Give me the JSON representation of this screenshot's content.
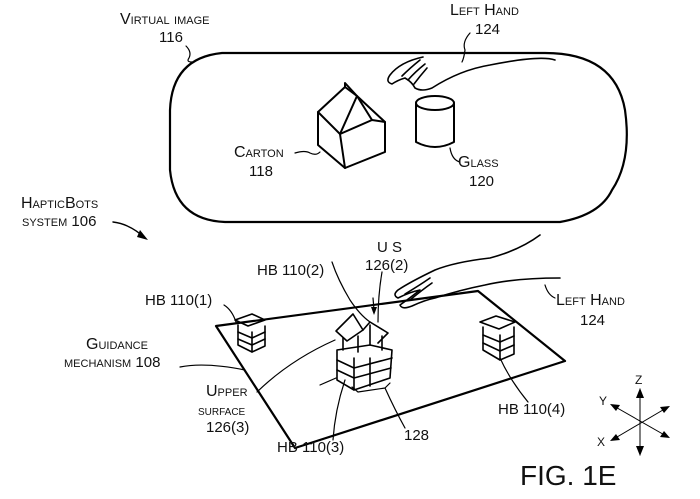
{
  "figure_label": "FIG. 1E",
  "labels": {
    "virtual_image": {
      "name": "Virtual image",
      "ref": "116"
    },
    "left_hand_top": {
      "name": "Left Hand",
      "ref": "124"
    },
    "carton": {
      "name": "Carton",
      "ref": "118"
    },
    "glass": {
      "name": "Glass",
      "ref": "120"
    },
    "hapticbots_system": {
      "name": "HapticBots",
      "name2": "system 106"
    },
    "hb1": "HB 110(1)",
    "hb2": "HB 110(2)",
    "hb3": "HB 110(3)",
    "hb4": "HB 110(4)",
    "us": {
      "name": "U S",
      "ref": "126(2)"
    },
    "left_hand_bottom": {
      "name": "Left Hand",
      "ref": "124"
    },
    "guidance": {
      "name": "Guidance",
      "name2": "mechanism 108"
    },
    "upper_surface": {
      "name": "Upper",
      "name2": "surface",
      "ref": "126(3)"
    },
    "ref_128": "128"
  },
  "axes": {
    "z": "Z",
    "y": "Y",
    "x": "X"
  }
}
